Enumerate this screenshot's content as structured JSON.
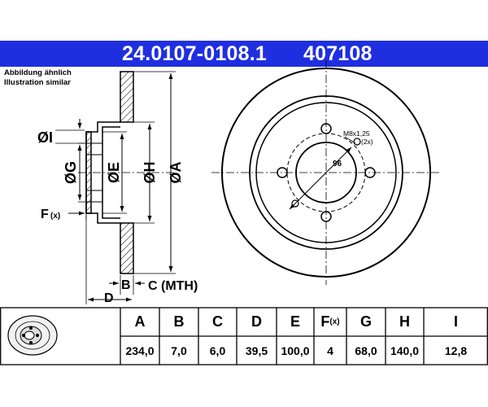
{
  "header": {
    "part_number": "24.0107-0108.1",
    "article_number": "407108",
    "background_color": "#1f2fe0"
  },
  "caption": {
    "line1": "Abbildung ähnlich",
    "line2": "Illustration similar"
  },
  "drawing": {
    "labels": {
      "dim_a": "ØA",
      "dim_e": "ØE",
      "dim_g": "ØG",
      "dim_h": "ØH",
      "dim_i": "ØI",
      "dim_f": "F",
      "dim_f_sub": "(x)",
      "dim_b": "B",
      "dim_c": "C (MTH)",
      "dim_d": "D"
    },
    "front_view": {
      "thread_label": "M8x1,25",
      "thread_count": "(2x)",
      "bolt_circle": "96"
    }
  },
  "spec_table": {
    "headers": [
      "A",
      "B",
      "C",
      "D",
      "E",
      "F",
      "G",
      "H",
      "I"
    ],
    "f_header_sub": "(x)",
    "values": [
      "234,0",
      "7,0",
      "6,0",
      "39,5",
      "100,0",
      "4",
      "68,0",
      "140,0",
      "12,8"
    ]
  }
}
